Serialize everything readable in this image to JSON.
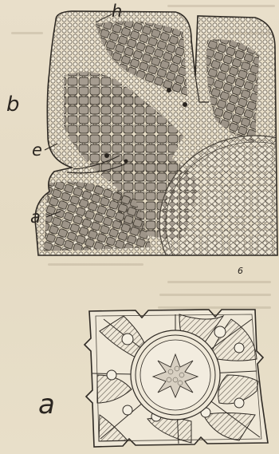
{
  "figures": {
    "upper": {
      "labels": {
        "h": "h",
        "b": "b",
        "e": "e",
        "a": "a"
      },
      "corner_mark": "6"
    },
    "lower": {
      "label": "a"
    }
  },
  "colors": {
    "paper": "#e7ddc7",
    "ink": "#3a342c",
    "cell_fill": "#b9b0a4",
    "hatch": "#6e665c",
    "light_fill": "#efe8d8"
  }
}
